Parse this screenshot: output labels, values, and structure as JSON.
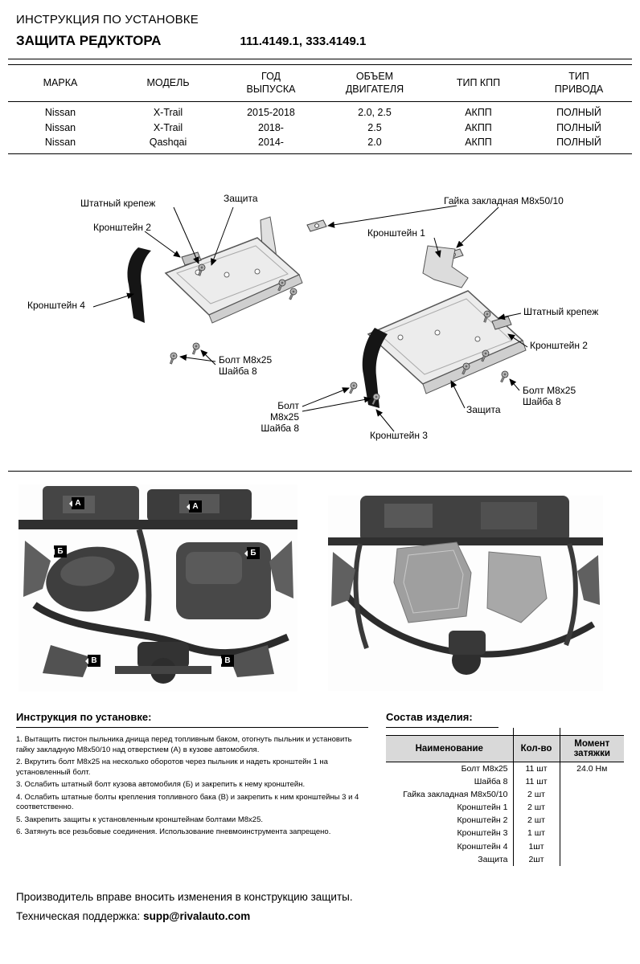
{
  "header": {
    "title_line1": "ИНСТРУКЦИЯ ПО УСТАНОВКЕ",
    "title_line2": "ЗАЩИТА РЕДУКТОРА",
    "part_numbers": "111.4149.1, 333.4149.1"
  },
  "fitment_table": {
    "headers": [
      "МАРКА",
      "МОДЕЛЬ",
      "ГОД\nВЫПУСКА",
      "ОБЪЕМ\nДВИГАТЕЛЯ",
      "ТИП КПП",
      "ТИП\nПРИВОДА"
    ],
    "rows": [
      [
        "Nissan",
        "X-Trail",
        "2015-2018",
        "2.0, 2.5",
        "АКПП",
        "ПОЛНЫЙ"
      ],
      [
        "Nissan",
        "X-Trail",
        "2018-",
        "2.5",
        "АКПП",
        "ПОЛНЫЙ"
      ],
      [
        "Nissan",
        "Qashqai",
        "2014-",
        "2.0",
        "АКПП",
        "ПОЛНЫЙ"
      ]
    ]
  },
  "diagram": {
    "labels": {
      "standard_fastener_left": "Штатный крепеж",
      "protection_left": "Защита",
      "embedded_nut": "Гайка закладная М8х50/10",
      "bracket2_left": "Кронштейн 2",
      "bracket1": "Кронштейн 1",
      "bracket4": "Кронштейн 4",
      "standard_fastener_right": "Штатный крепеж",
      "bracket2_right": "Кронштейн 2",
      "bolt_washer_left": "Болт М8х25\nШайба 8",
      "bolt_washer_right": "Болт М8х25\nШайба 8",
      "bolt_washer_center": "Болт М8х25\nШайба 8",
      "protection_right": "Защита",
      "bracket3": "Кронштейн 3"
    }
  },
  "photos": {
    "markers_left": [
      "А",
      "А",
      "Б",
      "Б",
      "В",
      "В"
    ]
  },
  "instructions": {
    "title": "Инструкция по установке:",
    "steps": [
      "1. Вытащить пистон пыльника днища перед топливным баком, отогнуть пыльник и установить гайку закладную М8х50/10 над отверстием (А) в кузове автомобиля.",
      "2. Вкрутить болт М8х25 на несколько оборотов через пыльник и надеть кронштейн 1 на установленный болт.",
      "3. Ослабить штатный болт кузова автомобиля (Б) и закрепить к нему кронштейн.",
      "4. Ослабить штатные болты крепления топливного бака (В) и закрепить к ним кронштейны 3 и 4 соответственно.",
      "5. Закрепить защиты к установленным кронштейнам болтами М8х25.",
      "6. Затянуть все резьбовые соединения. Использование пневмоинструмента запрещено."
    ]
  },
  "composition": {
    "title": "Состав изделия:",
    "headers": [
      "Наименование",
      "Кол-во",
      "Момент затяжки"
    ],
    "rows": [
      [
        "Болт М8х25",
        "11 шт",
        "24.0 Нм"
      ],
      [
        "Шайба 8",
        "11 шт",
        ""
      ],
      [
        "Гайка закладная М8х50/10",
        "2 шт",
        ""
      ],
      [
        "Кронштейн 1",
        "2 шт",
        ""
      ],
      [
        "Кронштейн 2",
        "2 шт",
        ""
      ],
      [
        "Кронштейн 3",
        "1 шт",
        ""
      ],
      [
        "Кронштейн 4",
        "1шт",
        ""
      ],
      [
        "Защита",
        "2шт",
        ""
      ]
    ]
  },
  "footer": {
    "line1": "Производитель вправе вносить изменения в конструкцию защиты.",
    "support_label": "Техническая поддержка:",
    "support_email": "supp@rivalauto.com"
  }
}
